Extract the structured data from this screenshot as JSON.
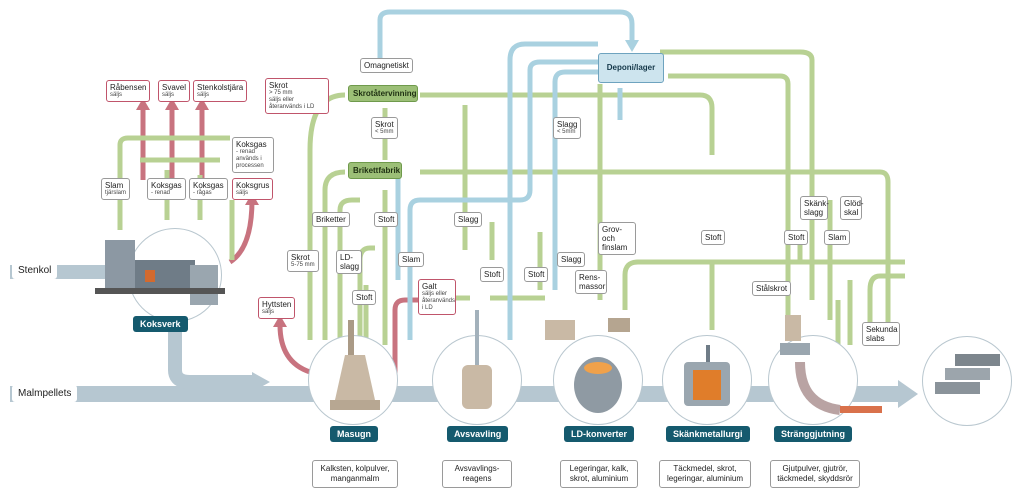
{
  "inputs": {
    "stenkol": "Stenkol",
    "malmpellets": "Malmpellets"
  },
  "stages": [
    {
      "title": "Koksverk"
    },
    {
      "title": "Masugn",
      "input": "Kalksten, kolpulver, manganmalm"
    },
    {
      "title": "Avsvavling",
      "input": "Avsvavlings-reagens"
    },
    {
      "title": "LD-konverter",
      "input": "Legeringar, kalk, skrot, aluminium"
    },
    {
      "title": "Skänkmetallurgi",
      "input": "Täckmedel, skrot, legeringar, aluminium"
    },
    {
      "title": "Stränggjutning",
      "input": "Gjutpulver, gjutrör, täckmedel, skyddsrör"
    }
  ],
  "koksverk_products": {
    "rabensen": {
      "name": "Råbensen",
      "note": "säljs"
    },
    "svavel": {
      "name": "Svavel",
      "note": "säljs"
    },
    "stenkolstjara": {
      "name": "Stenkolstjära",
      "note": "säljs"
    },
    "koksgas_renad_processer": {
      "name": "Koksgas",
      "note": "- renad används i processen"
    },
    "slam": {
      "name": "Slam",
      "note": "tjärslam"
    },
    "koksgas_renad": {
      "name": "Koksgas",
      "note": "- renad"
    },
    "koksgas_raa": {
      "name": "Koksgas",
      "note": "- rågas"
    },
    "koksgrus": {
      "name": "Koksgrus",
      "note": "säljs"
    }
  },
  "facilities": {
    "skrotatervinning": "Skrotåtervinning",
    "brikettfabrik": "Brikettfabrik",
    "deponi": "Deponi/lager"
  },
  "flow_labels": {
    "omagnetiskt": "Omagnetiskt",
    "skrot_stor": {
      "name": "Skrot",
      "note1": "> 75 mm",
      "note2": "säljs eller återanvänds i LD"
    },
    "skrot_liten": {
      "name": "Skrot",
      "note": "< 5mm"
    },
    "slagg_liten": {
      "name": "Slagg",
      "note": "< 5mm"
    },
    "briketter": "Briketter",
    "stoft_1": "Stoft",
    "slagg_1": "Slagg",
    "skrot_mellan": {
      "name": "Skrot",
      "note": "5-75 mm"
    },
    "ld_slagg": "LD-slagg",
    "slam_1": "Slam",
    "stoft_2": "Stoft",
    "stoft_3": "Stoft",
    "stoft_4": "Stoft",
    "slagg_2": "Slagg",
    "galt": {
      "name": "Galt",
      "note": "säljs eller återanvänds i LD"
    },
    "hyttsten": {
      "name": "Hyttsten",
      "note": "säljs"
    },
    "grov_finslam": "Grov- och finslam",
    "rensmassor": "Rens-massor",
    "stoft_5": "Stoft",
    "stoft_6": "Stoft",
    "skankslagg": "Skänk-slagg",
    "slam_2": "Slam",
    "glodskal": "Glöd-skal",
    "stalskrot": "Stålskrot",
    "sekunda": "Sekunda slabs"
  },
  "colors": {
    "green_flow": "#b6d08f",
    "blue_flow": "#a9d1e0",
    "red_flow": "#c8737f",
    "main_flow": "#a9bcc8",
    "title_bg": "#155a6e"
  }
}
